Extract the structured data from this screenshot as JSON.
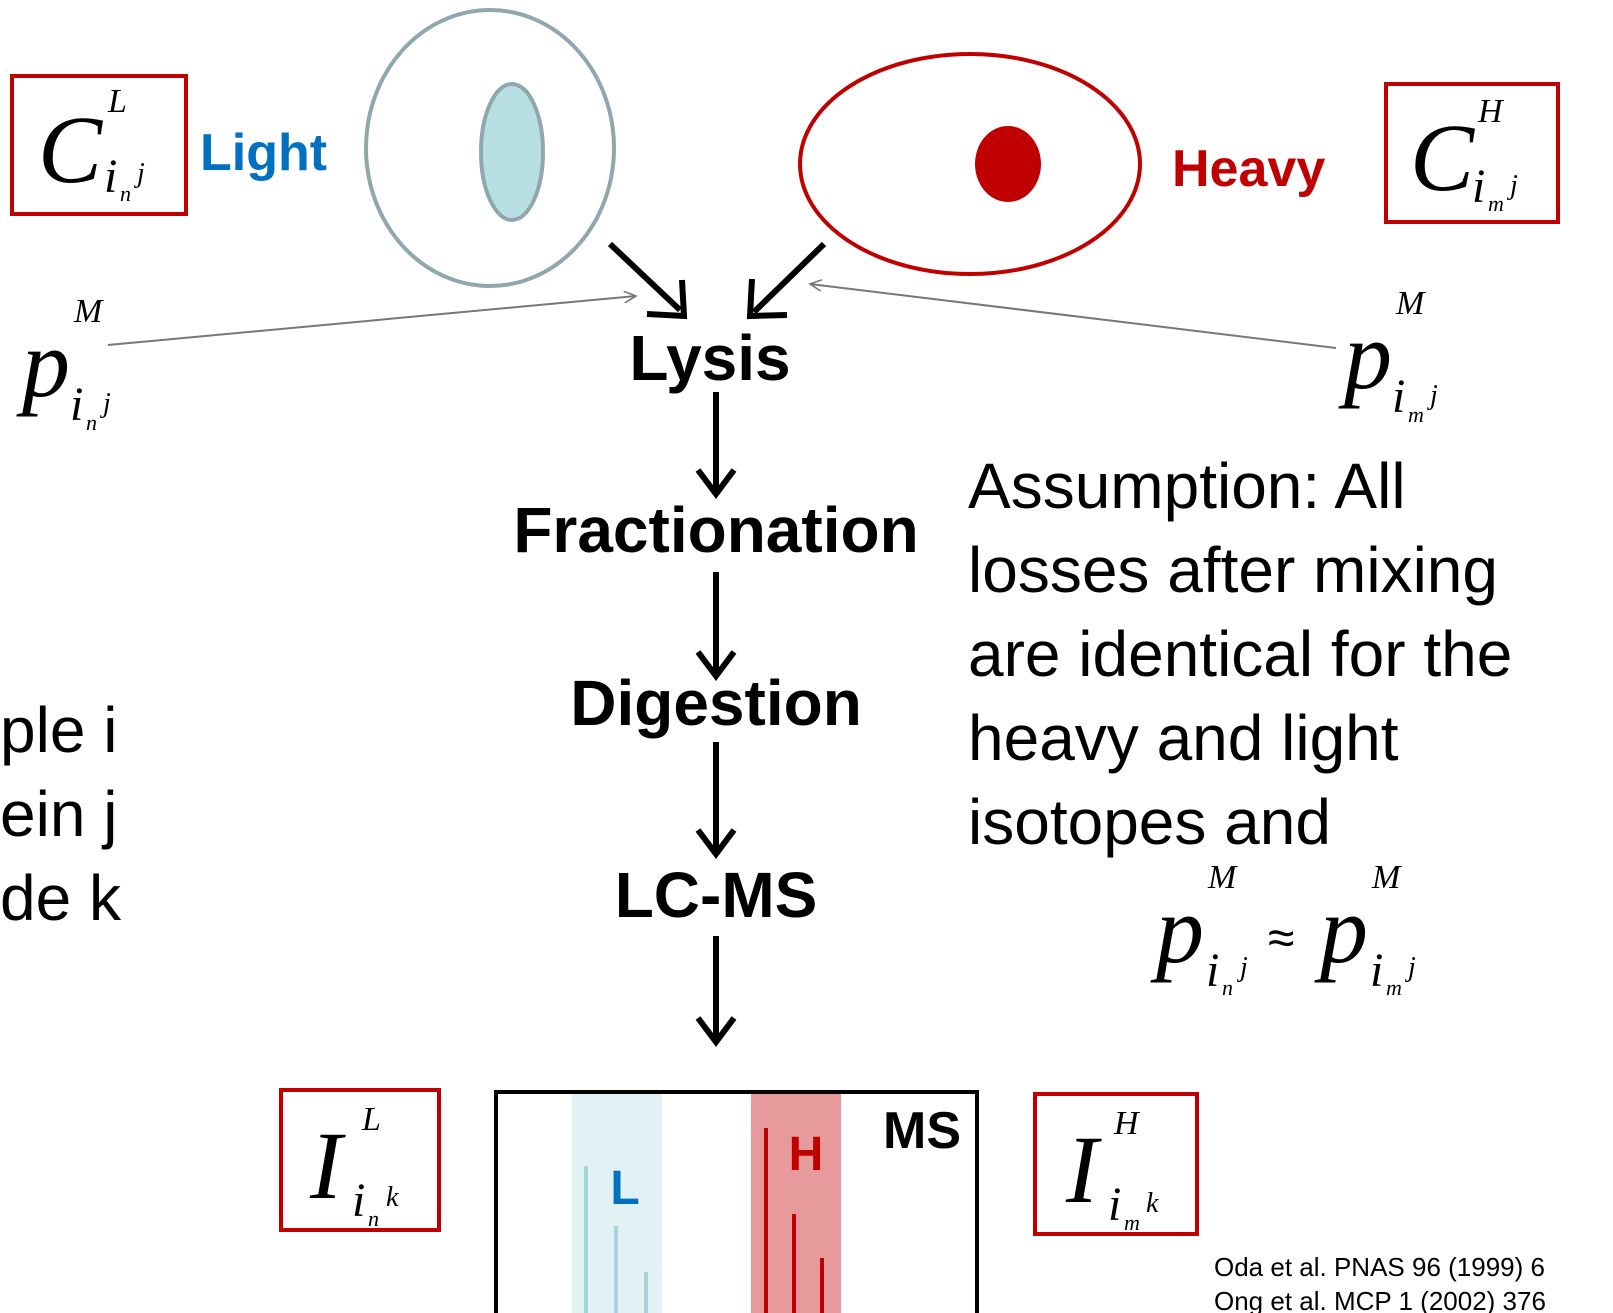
{
  "labels": {
    "light": "Light",
    "heavy": "Heavy",
    "ms": "MS",
    "ms_light": "L",
    "ms_heavy": "H"
  },
  "steps": [
    "Lysis",
    "Fractionation",
    "Digestion",
    "LC-MS"
  ],
  "assumption": {
    "lines": [
      "Assumption: All",
      "losses after mixing",
      "are identical for the",
      "heavy and light",
      "isotopes and"
    ]
  },
  "left_legend": {
    "lines": [
      "ple i",
      "ein j",
      "de k"
    ]
  },
  "math": {
    "C": "C",
    "I": "I",
    "p": "p",
    "sup_L": "L",
    "sup_H": "H",
    "sup_M": "M",
    "sub_i": "i",
    "sub_n": "n",
    "sub_m": "m",
    "sub_j": "j",
    "sub_k": "k",
    "approx": "≈"
  },
  "references": [
    "Oda et al. PNAS 96 (1999) 6",
    "Ong et al. MCP 1 (2002) 376"
  ],
  "colors": {
    "red": "#c00000",
    "blue": "#0070c0",
    "cell_light_outline": "#8fa8ad",
    "nucleus_light": "#b8dfe3",
    "band_light": "#e2f1f3",
    "band_heavy": "#e69a9c",
    "peak_light": "#a7d5db"
  }
}
